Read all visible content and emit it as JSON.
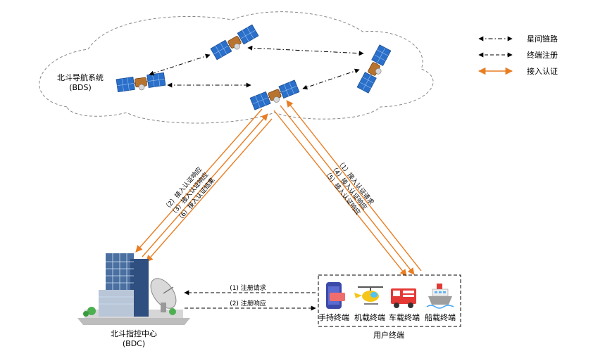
{
  "legend": [
    {
      "label": "星间链路",
      "style": "dash-dot",
      "color": "#000000"
    },
    {
      "label": "终端注册",
      "style": "dashed",
      "color": "#000000"
    },
    {
      "label": "接入认证",
      "style": "solid",
      "color": "#e87d22"
    }
  ],
  "bds": {
    "name": "北斗导航系统",
    "abbr": "(BDS)"
  },
  "bdc": {
    "name": "北斗指控中心",
    "abbr": "(BDC)"
  },
  "left_links": [
    "（2）接入认证响应",
    "（3）接入认证响应",
    "（6）接入认证结果"
  ],
  "right_links": [
    "（1）接入认证请求",
    "（4）接入认证响应",
    "（5）接入认证响应"
  ],
  "register": {
    "request": "(1) 注册请求",
    "response": "(2) 注册响应"
  },
  "terminals": {
    "items": [
      "手持终端",
      "机载终端",
      "车载终端",
      "船载终端"
    ],
    "group_label": "用户终端"
  },
  "colors": {
    "orange": "#e87d22",
    "panel_blue": "#2a6fc9",
    "cloud": "#888888"
  }
}
